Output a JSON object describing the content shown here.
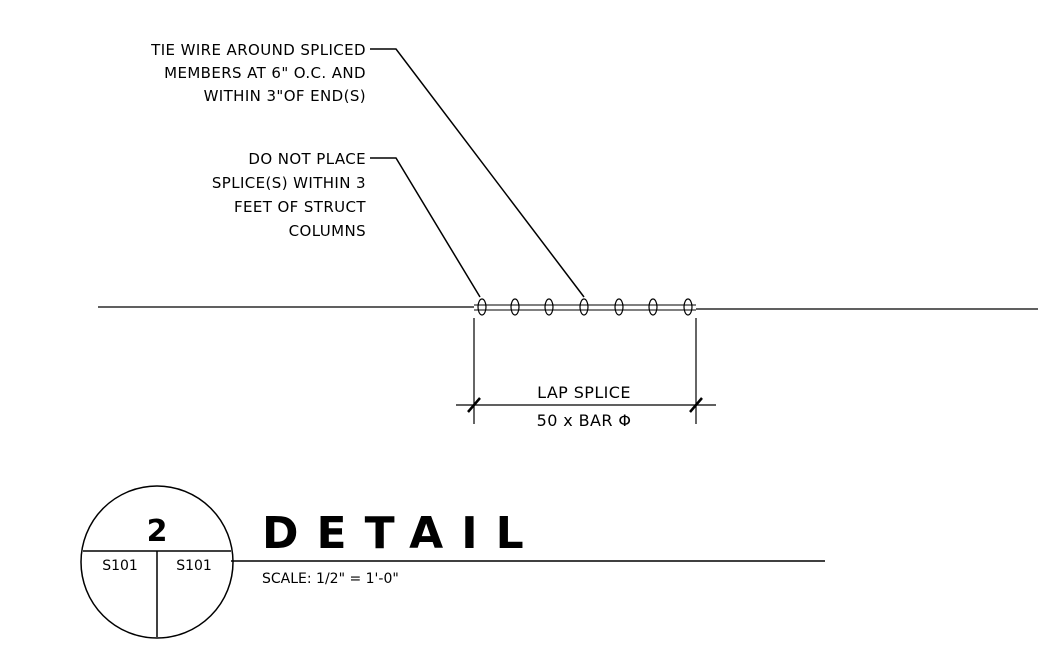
{
  "notes": {
    "tie_wire": [
      "TIE WIRE AROUND SPLICED",
      "MEMBERS AT 6\" O.C. AND",
      "WITHIN 3\"OF END(S)"
    ],
    "do_not_place": [
      "DO NOT PLACE",
      "SPLICE(S) WITHIN 3",
      "FEET OF STRUCT",
      "COLUMNS"
    ]
  },
  "dimension": {
    "label_top": "LAP SPLICE",
    "label_bottom": "50 x BAR Φ"
  },
  "title_block": {
    "detail_number": "2",
    "sheet_left": "S101",
    "sheet_right": "S101",
    "title": "DETAIL",
    "scale": "SCALE:  1/2\" = 1'-0\""
  },
  "colors": {
    "ink": "#000000",
    "paper": "#ffffff"
  }
}
